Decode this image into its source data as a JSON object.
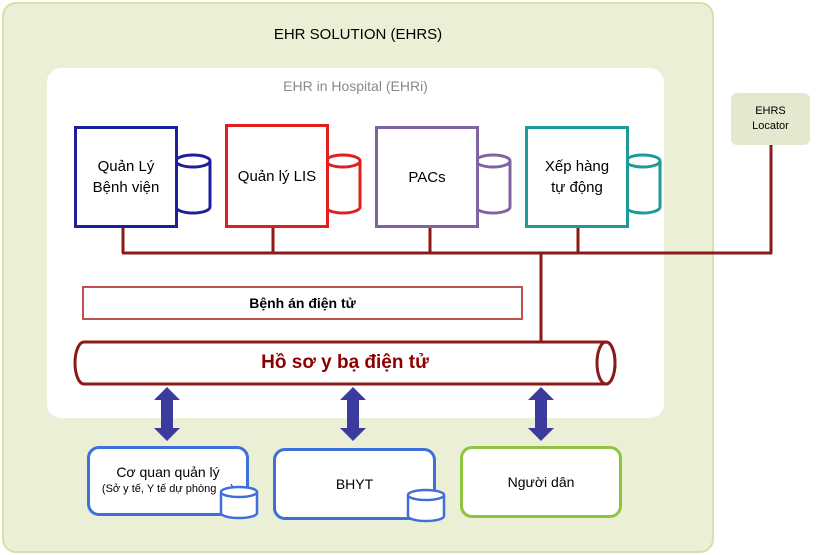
{
  "outer_title": "EHR SOLUTION  (EHRS)",
  "inner_title": "EHR in Hospital (EHRi)",
  "locator": {
    "line1": "EHRS",
    "line2": "Locator"
  },
  "modules": [
    {
      "line1": "Quản Lý",
      "line2": "Bệnh viện",
      "color": "#1f1f9e"
    },
    {
      "line1": "Quản lý LIS",
      "line2": "",
      "color": "#e01f1f"
    },
    {
      "line1": "PACs",
      "line2": "",
      "color": "#8064a2"
    },
    {
      "line1": "Xếp hàng",
      "line2": "tự động",
      "color": "#1f9a9a"
    }
  ],
  "benh_an": "Bệnh án điện tử",
  "ho_so": "Hồ sơ y bạ điện tử",
  "bottom": {
    "co_quan": {
      "title": "Cơ quan quản lý",
      "sub": "(Sở y tế, Y tế dự phòng …)"
    },
    "bhyt": "BHYT",
    "nguoi_dan": "Người dân"
  },
  "colors": {
    "connector": "#8b1a1a",
    "arrow": "#3b3b9e",
    "bottom_blue": "#3f6fdb",
    "bottom_green": "#8cc63f"
  }
}
